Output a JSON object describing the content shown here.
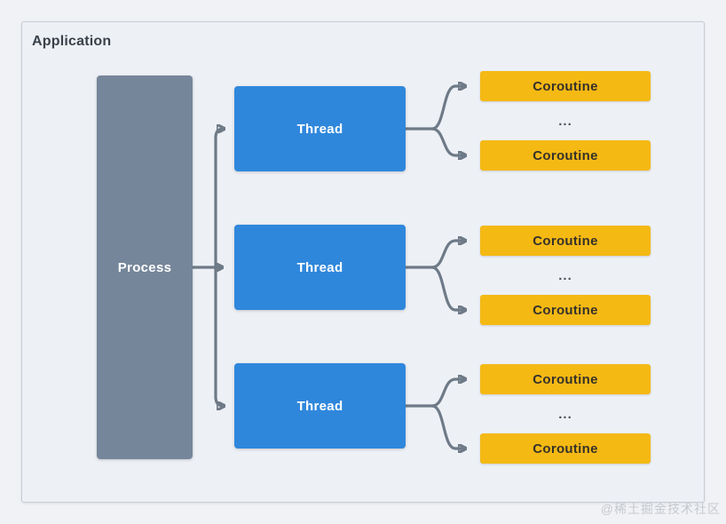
{
  "panel": {
    "title": "Application"
  },
  "diagram": {
    "process_label": "Process",
    "groups": [
      {
        "thread_label": "Thread",
        "coroutines": [
          "Coroutine",
          "Coroutine"
        ],
        "ellipsis": "..."
      },
      {
        "thread_label": "Thread",
        "coroutines": [
          "Coroutine",
          "Coroutine"
        ],
        "ellipsis": "..."
      },
      {
        "thread_label": "Thread",
        "coroutines": [
          "Coroutine",
          "Coroutine"
        ],
        "ellipsis": "..."
      }
    ],
    "colors": {
      "process": "#76869a",
      "thread": "#2f87dc",
      "coroutine": "#f5b914",
      "connector": "#6e7a87",
      "panel_bg": "#edf0f5",
      "panel_border": "#c8cdd4"
    }
  },
  "watermark": {
    "text": "@稀土掘金技术社区"
  }
}
